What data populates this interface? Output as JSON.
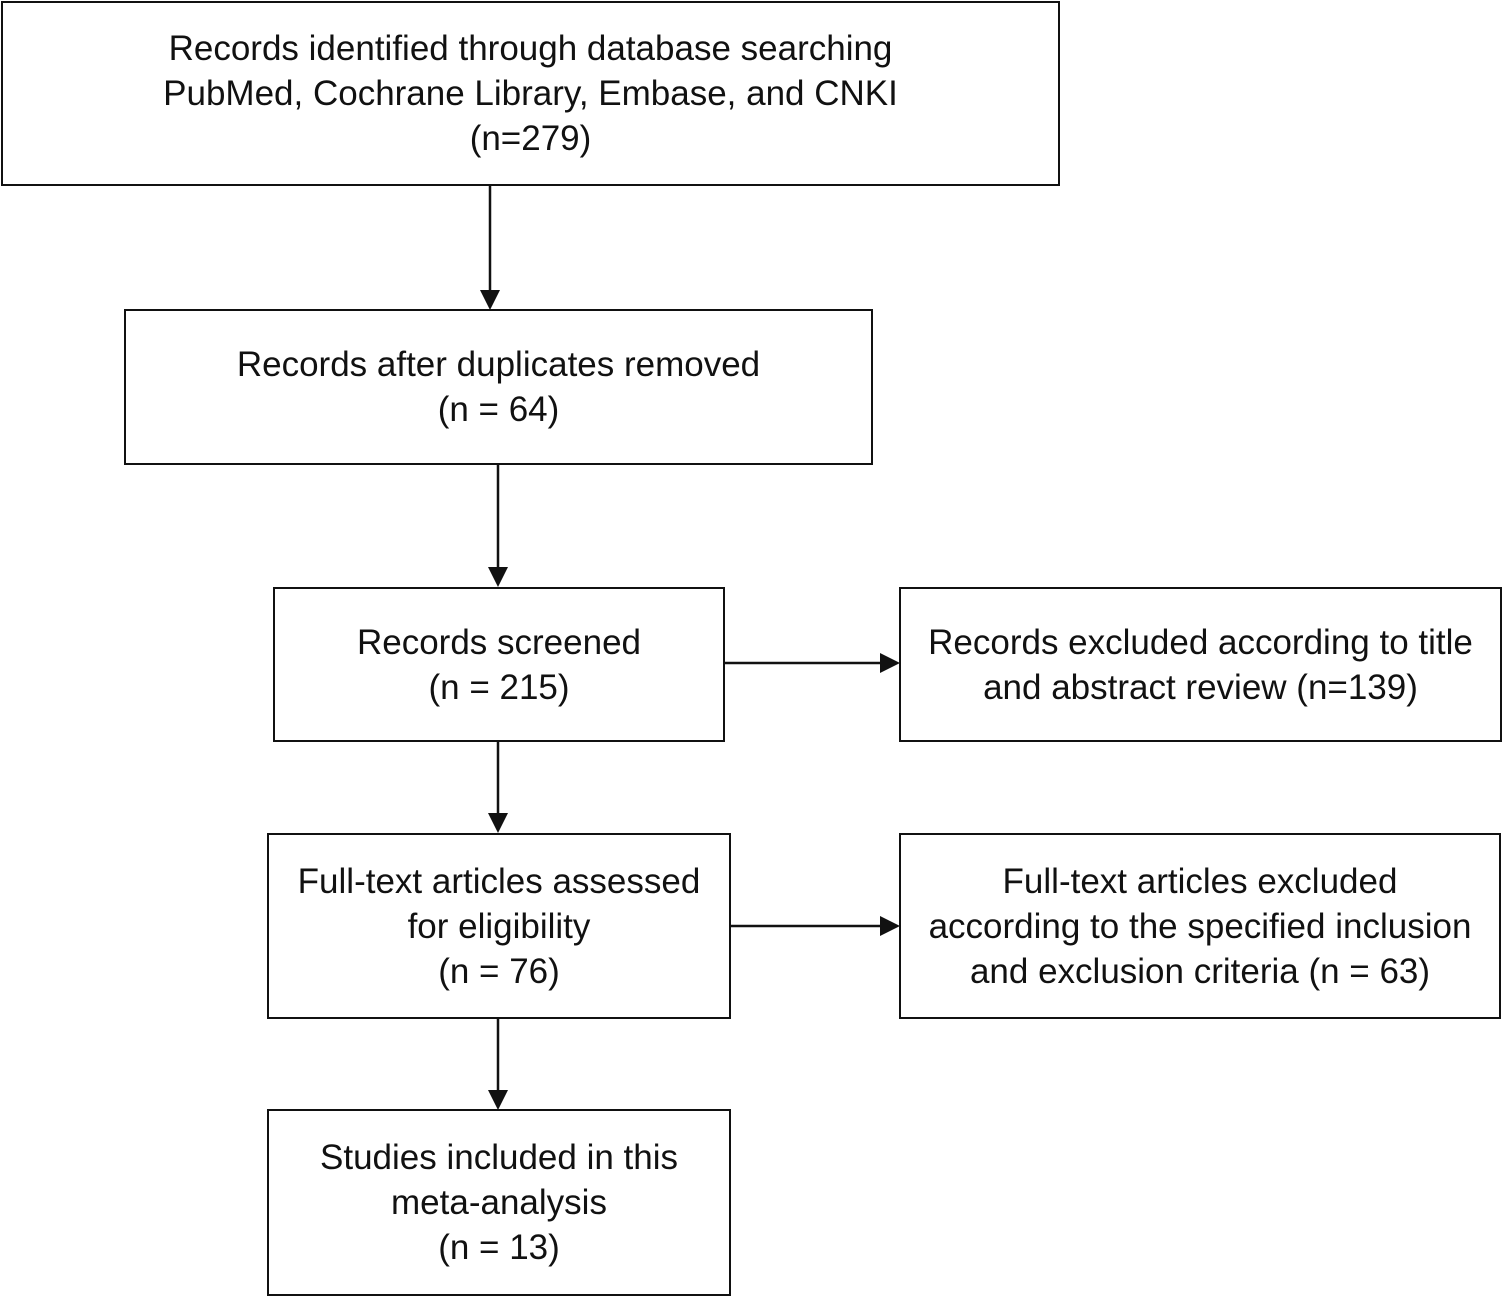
{
  "boxes": {
    "identified": {
      "line1": "Records identified through database searching",
      "line2": "PubMed, Cochrane Library, Embase, and CNKI",
      "line3": "(n=279)"
    },
    "duplicates_removed": {
      "line1": "Records after duplicates removed",
      "line2": "(n = 64)"
    },
    "screened": {
      "line1": "Records screened",
      "line2": "(n = 215)"
    },
    "excluded_title_abstract": {
      "line1": "Records excluded according to title",
      "line2": "and abstract review (n=139)"
    },
    "fulltext_assessed": {
      "line1": "Full-text articles assessed",
      "line2": "for eligibility",
      "line3": "(n = 76)"
    },
    "fulltext_excluded": {
      "line1": "Full-text articles excluded",
      "line2": "according to the specified inclusion",
      "line3": "and exclusion criteria (n = 63)"
    },
    "included": {
      "line1": "Studies included in this",
      "line2": "meta-analysis",
      "line3": "(n = 13)"
    }
  },
  "counts": {
    "identified": 279,
    "duplicates_removed": 64,
    "screened": 215,
    "excluded_title_abstract": 139,
    "fulltext_assessed": 76,
    "fulltext_excluded": 63,
    "included": 13
  },
  "colors": {
    "stroke": "#111111",
    "background": "#ffffff"
  }
}
